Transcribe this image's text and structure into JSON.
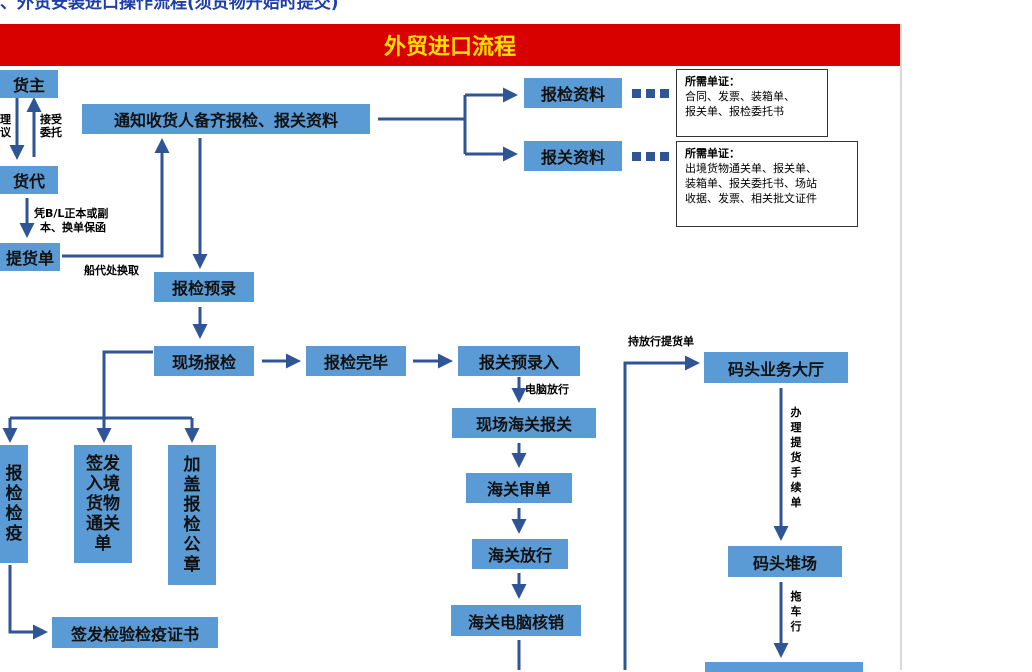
{
  "page_title": "、外贸安装进口操作流程(须货物开始时提交)",
  "banner": "外贸进口流程",
  "nodes": {
    "consignee": "货主",
    "agent": "货代",
    "bill": "提货单",
    "notify": "通知收货人备齐报检、报关资料",
    "insp_docs": "报检资料",
    "cust_docs": "报关资料",
    "insp_pre": "报检预录",
    "onsite_insp": "现场报检",
    "insp_done": "报检完毕",
    "cust_pre": "报关预录入",
    "onsite_cust": "现场海关报关",
    "review": "海关审单",
    "release": "海关放行",
    "writeoff": "海关电脑核销",
    "terminal_hall": "码头业务大厅",
    "terminal_yard": "码头堆场",
    "cert": "签发检验检疫证书",
    "vert1": "报检检疫",
    "vert2": "签发入境货物通关单",
    "vert3": "加盖报检公章"
  },
  "labels": {
    "handle_agreement": "理议",
    "accept_entrust": "接受委托",
    "bl_exchange_1": "凭B/L正本或副",
    "bl_exchange_2": "本、换单保函",
    "agent_exchange": "船代处换取",
    "computer_release": "电脑放行",
    "hold_release": "持放行提货单",
    "pickup_procedure": "办理提货手续单",
    "tow_company": "拖车行"
  },
  "notes": {
    "insp": {
      "title": "所需单证：",
      "line1": "合同、发票、装箱单、",
      "line2": "报关单、报检委托书"
    },
    "cust": {
      "title": "所需单证：",
      "line1": "出境货物通关单、报关单、",
      "line2": "装箱单、报关委托书、场站",
      "line3": "收据、发票、相关批文证件"
    }
  },
  "colors": {
    "banner_bg": "#d90000",
    "banner_text": "#ffe000",
    "box_fill": "#5b9bd5",
    "arrow": "#2f5597"
  }
}
